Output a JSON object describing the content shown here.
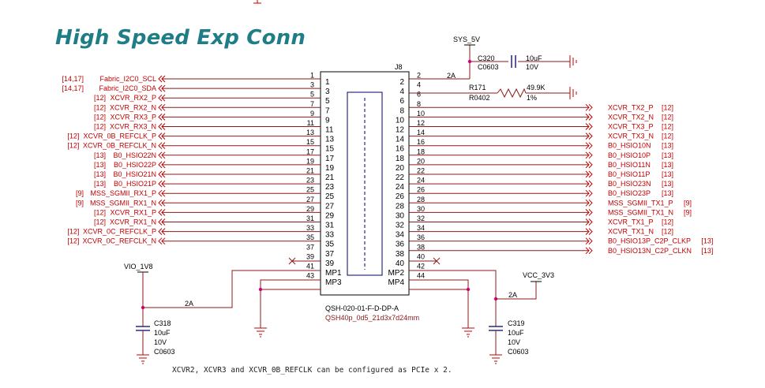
{
  "title": "High Speed Exp Conn",
  "note": "XCVR2, XCVR3 and XCVR_0B_REFCLK can be configured as PCIe x 2.",
  "colors": {
    "title": "#1e7d86",
    "wire": "#8b1a1a",
    "netlabel": "#c00000",
    "pin": "#000000",
    "junction": "#d4007a",
    "ground": "#c00000",
    "component": "#000066"
  },
  "connector": {
    "ref": "J8",
    "part": "QSH-020-01-F-D-DP-A",
    "footprint": "QSH40p_0d5_21d3x7d24mm",
    "mp_labels": [
      "MP1",
      "MP3",
      "MP2",
      "MP4"
    ]
  },
  "left_pins": [
    {
      "pin": "1",
      "ref": "[14,17]",
      "net": "Fabric_I2C0_SCL"
    },
    {
      "pin": "3",
      "ref": "[14,17]",
      "net": "Fabric_I2C0_SDA"
    },
    {
      "pin": "5",
      "ref": "[12]",
      "net": "XCVR_RX2_P"
    },
    {
      "pin": "7",
      "ref": "[12]",
      "net": "XCVR_RX2_N"
    },
    {
      "pin": "9",
      "ref": "[12]",
      "net": "XCVR_RX3_P"
    },
    {
      "pin": "11",
      "ref": "[12]",
      "net": "XCVR_RX3_N"
    },
    {
      "pin": "13",
      "ref": "[12]",
      "net": "XCVR_0B_REFCLK_P"
    },
    {
      "pin": "15",
      "ref": "[12]",
      "net": "XCVR_0B_REFCLK_N"
    },
    {
      "pin": "17",
      "ref": "[13]",
      "net": "B0_HSIO22N"
    },
    {
      "pin": "19",
      "ref": "[13]",
      "net": "B0_HSIO22P"
    },
    {
      "pin": "21",
      "ref": "[13]",
      "net": "B0_HSIO21N"
    },
    {
      "pin": "23",
      "ref": "[13]",
      "net": "B0_HSIO21P"
    },
    {
      "pin": "25",
      "ref": "[9]",
      "net": "MSS_SGMII_RX1_P"
    },
    {
      "pin": "27",
      "ref": "[9]",
      "net": "MSS_SGMII_RX1_N"
    },
    {
      "pin": "29",
      "ref": "[12]",
      "net": "XCVR_RX1_P"
    },
    {
      "pin": "31",
      "ref": "[12]",
      "net": "XCVR_RX1_N"
    },
    {
      "pin": "33",
      "ref": "[12]",
      "net": "XCVR_0C_REFCLK_P"
    },
    {
      "pin": "35",
      "ref": "[12]",
      "net": "XCVR_0C_REFCLK_N"
    },
    {
      "pin": "37",
      "ref": "",
      "net": ""
    },
    {
      "pin": "39",
      "ref": "",
      "net": ""
    },
    {
      "pin": "41",
      "ref": "",
      "net": ""
    },
    {
      "pin": "43",
      "ref": "",
      "net": ""
    }
  ],
  "right_pins": [
    {
      "pin": "2",
      "ref": "",
      "net": ""
    },
    {
      "pin": "4",
      "ref": "",
      "net": ""
    },
    {
      "pin": "6",
      "ref": "",
      "net": ""
    },
    {
      "pin": "8",
      "ref": "[12]",
      "net": "XCVR_TX2_P"
    },
    {
      "pin": "10",
      "ref": "[12]",
      "net": "XCVR_TX2_N"
    },
    {
      "pin": "12",
      "ref": "[12]",
      "net": "XCVR_TX3_P"
    },
    {
      "pin": "14",
      "ref": "[12]",
      "net": "XCVR_TX3_N"
    },
    {
      "pin": "16",
      "ref": "[13]",
      "net": "B0_HSIO10N"
    },
    {
      "pin": "18",
      "ref": "[13]",
      "net": "B0_HSIO10P"
    },
    {
      "pin": "20",
      "ref": "[13]",
      "net": "B0_HSIO11N"
    },
    {
      "pin": "22",
      "ref": "[13]",
      "net": "B0_HSIO11P"
    },
    {
      "pin": "24",
      "ref": "[13]",
      "net": "B0_HSIO23N"
    },
    {
      "pin": "26",
      "ref": "[13]",
      "net": "B0_HSIO23P"
    },
    {
      "pin": "28",
      "ref": "[9]",
      "net": "MSS_SGMII_TX1_P"
    },
    {
      "pin": "30",
      "ref": "[9]",
      "net": "MSS_SGMII_TX1_N"
    },
    {
      "pin": "32",
      "ref": "[12]",
      "net": "XCVR_TX1_P"
    },
    {
      "pin": "34",
      "ref": "[12]",
      "net": "XCVR_TX1_N"
    },
    {
      "pin": "36",
      "ref": "[13]",
      "net": "B0_HSIO13P_C2P_CLKP"
    },
    {
      "pin": "38",
      "ref": "[13]",
      "net": "B0_HSIO13N_C2P_CLKN"
    },
    {
      "pin": "40",
      "ref": "",
      "net": ""
    },
    {
      "pin": "42",
      "ref": "",
      "net": ""
    },
    {
      "pin": "44",
      "ref": "",
      "net": ""
    }
  ],
  "inner_left": [
    "1",
    "3",
    "5",
    "7",
    "9",
    "11",
    "13",
    "15",
    "17",
    "19",
    "21",
    "23",
    "25",
    "27",
    "29",
    "31",
    "33",
    "35",
    "37",
    "39",
    "MP1",
    "MP3"
  ],
  "inner_right": [
    "2",
    "4",
    "6",
    "8",
    "10",
    "12",
    "14",
    "16",
    "18",
    "20",
    "22",
    "24",
    "26",
    "28",
    "30",
    "32",
    "34",
    "36",
    "38",
    "40",
    "MP2",
    "MP4"
  ],
  "power": {
    "sys5v": "SYS_5V",
    "vio": "VIO_1V8",
    "vcc": "VCC_3V3",
    "current_2a": "2A"
  },
  "components": {
    "c320": {
      "ref": "C320",
      "pkg": "C0603",
      "value": "10uF",
      "voltage": "10V"
    },
    "r171": {
      "ref": "R171",
      "pkg": "R0402",
      "value": "49.9K",
      "tol": "1%"
    },
    "c318": {
      "ref": "C318",
      "value": "10uF",
      "voltage": "10V",
      "pkg": "C0603"
    },
    "c319": {
      "ref": "C319",
      "value": "10uF",
      "voltage": "10V",
      "pkg": "C0603"
    }
  }
}
